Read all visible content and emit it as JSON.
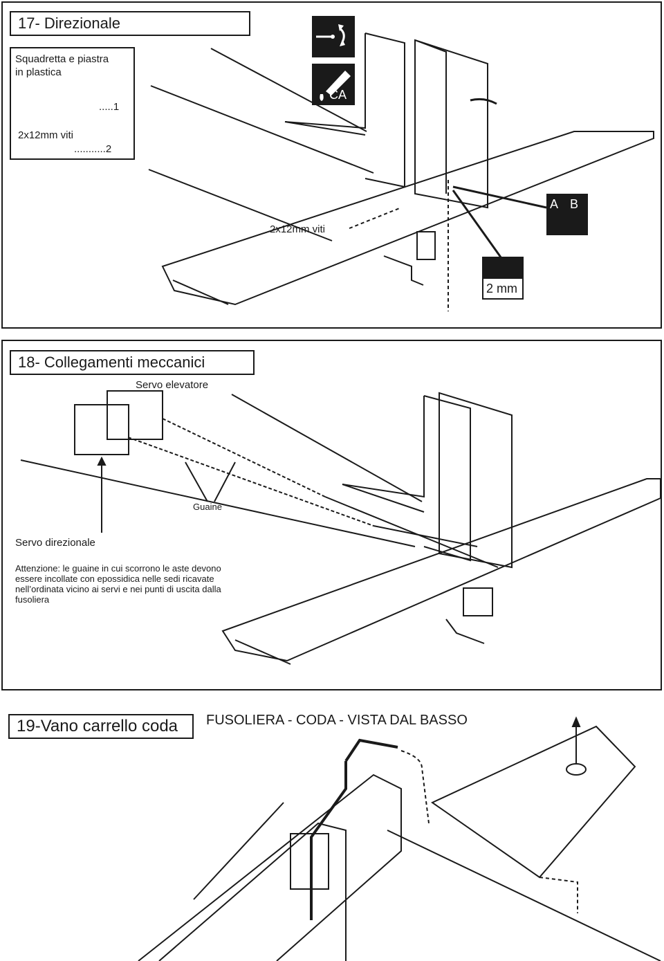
{
  "step17": {
    "title": "17- Direzionale",
    "parts_title": "Squadretta e piastra\nin plastica",
    "parts_qty1": ".....1",
    "screws_label": "2x12mm viti",
    "screws_qty": "...........2",
    "callout_screws": "2x12mm viti",
    "glue_label": "CA",
    "epoxy_label_a": "A",
    "epoxy_label_b": "B",
    "drill_label": "2 mm"
  },
  "step18": {
    "title": "18- Collegamenti meccanici",
    "servo_elevator": "Servo elevatore",
    "tubes": "Guaine",
    "servo_rudder": "Servo direzionale",
    "note": "Attenzione: le guaine in cui scorrono le aste devono\nessere incollate con epossidica nelle sedi ricavate\nnell’ordinata vicino ai servi e nei punti di uscita dalla\nfusoliera"
  },
  "step19": {
    "title": "19-Vano carrello coda",
    "subtitle": "FUSOLIERA - CODA - VISTA DAL BASSO"
  }
}
